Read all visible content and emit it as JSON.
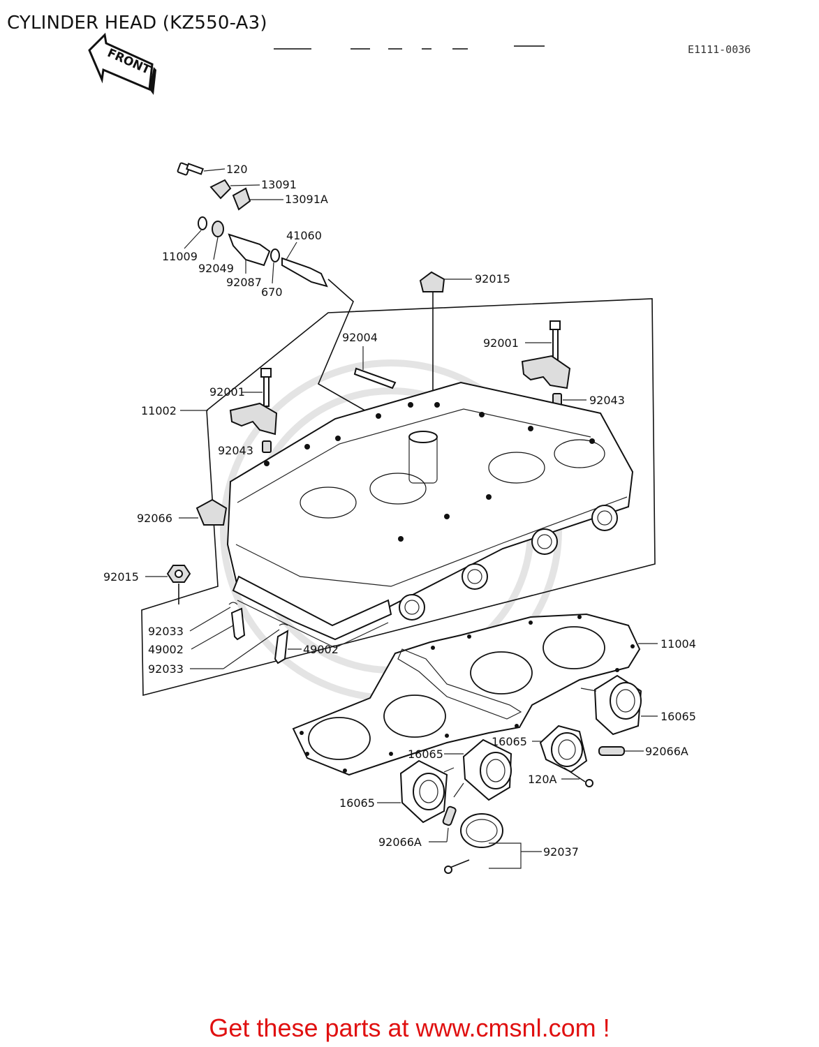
{
  "header": {
    "title": "CYLINDER HEAD (KZ550-A3)",
    "figure_code": "E1111-0036",
    "front_arrow_label": "FRONT"
  },
  "footer": {
    "text": "Get these parts at www.cmsnl.com !"
  },
  "callouts": [
    {
      "id": "c120",
      "text": "120"
    },
    {
      "id": "c13091",
      "text": "13091"
    },
    {
      "id": "c13091a",
      "text": "13091A"
    },
    {
      "id": "c41060",
      "text": "41060"
    },
    {
      "id": "c11009",
      "text": "11009"
    },
    {
      "id": "c92049",
      "text": "92049"
    },
    {
      "id": "c92087",
      "text": "92087"
    },
    {
      "id": "c670",
      "text": "670"
    },
    {
      "id": "c92015a",
      "text": "92015"
    },
    {
      "id": "c92004",
      "text": "92004"
    },
    {
      "id": "c92001a",
      "text": "92001"
    },
    {
      "id": "c92001b",
      "text": "92001"
    },
    {
      "id": "c92043a",
      "text": "92043"
    },
    {
      "id": "c92043b",
      "text": "92043"
    },
    {
      "id": "c11002",
      "text": "11002"
    },
    {
      "id": "c92066",
      "text": "92066"
    },
    {
      "id": "c92015b",
      "text": "92015"
    },
    {
      "id": "c92033a",
      "text": "92033"
    },
    {
      "id": "c49002a",
      "text": "49002"
    },
    {
      "id": "c49002b",
      "text": "49002"
    },
    {
      "id": "c92033b",
      "text": "92033"
    },
    {
      "id": "c11004",
      "text": "11004"
    },
    {
      "id": "c16065a",
      "text": "16065"
    },
    {
      "id": "c16065b",
      "text": "16065"
    },
    {
      "id": "c16065c",
      "text": "16065"
    },
    {
      "id": "c16065d",
      "text": "16065"
    },
    {
      "id": "c92066a1",
      "text": "92066A"
    },
    {
      "id": "c120a",
      "text": "120A"
    },
    {
      "id": "c92066a2",
      "text": "92066A"
    },
    {
      "id": "c92037",
      "text": "92037"
    }
  ]
}
